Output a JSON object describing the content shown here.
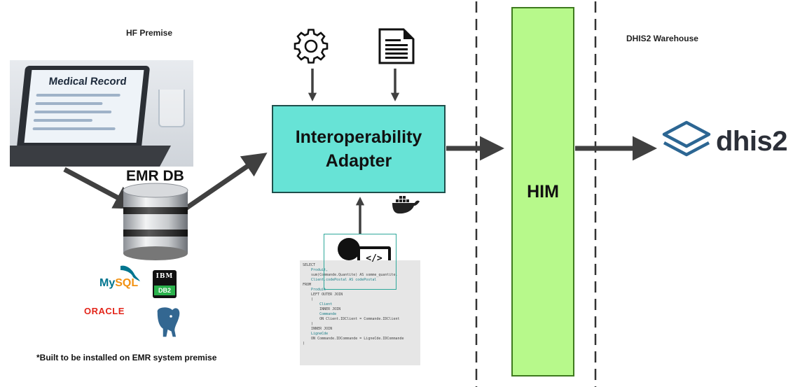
{
  "hf_premise": {
    "title": "HF Premise"
  },
  "laptop": {
    "screen_title": "Medical Record"
  },
  "emr_db": {
    "label": "EMR DB"
  },
  "interop": {
    "line1": "Interoperability",
    "line2": "Adapter"
  },
  "him": {
    "label": "HIM"
  },
  "warehouse": {
    "title": "DHIS2 Warehouse",
    "logo_text": "dhis2"
  },
  "db_logos": {
    "mysql_my": "My",
    "mysql_sql": "SQL",
    "ibm": "IBM",
    "db2": "DB2",
    "oracle": "ORACLE"
  },
  "developer": {
    "code_symbol": "</>"
  },
  "footnote": "*Built to be installed on EMR system premise",
  "code_lines": [
    "SELECT",
    "    Produit,",
    "    sum(Commande.Quantite) AS somme_quantite,",
    "    Client.codePostal AS codePostal",
    "FROM",
    "    Produit",
    "    LEFT OUTER JOIN",
    "    (",
    "        Client",
    "        INNER JOIN",
    "        Commande",
    "        ON Client.IDClient = Commande.IDClient",
    "    )",
    "    INNER JOIN",
    "    LigneCde",
    "    ON Commande.IDCommande = LigneCde.IDCommande",
    ")"
  ],
  "colors": {
    "interop_fill": "#67e3d6",
    "him_fill": "#b7f98b",
    "arrow": "#404040",
    "dhis2_logo": "#2c6693"
  },
  "icons": [
    "gear-icon",
    "document-icon",
    "docker-icon",
    "database-icon",
    "developer-icon",
    "postgresql-icon",
    "dhis2-logo-icon"
  ]
}
